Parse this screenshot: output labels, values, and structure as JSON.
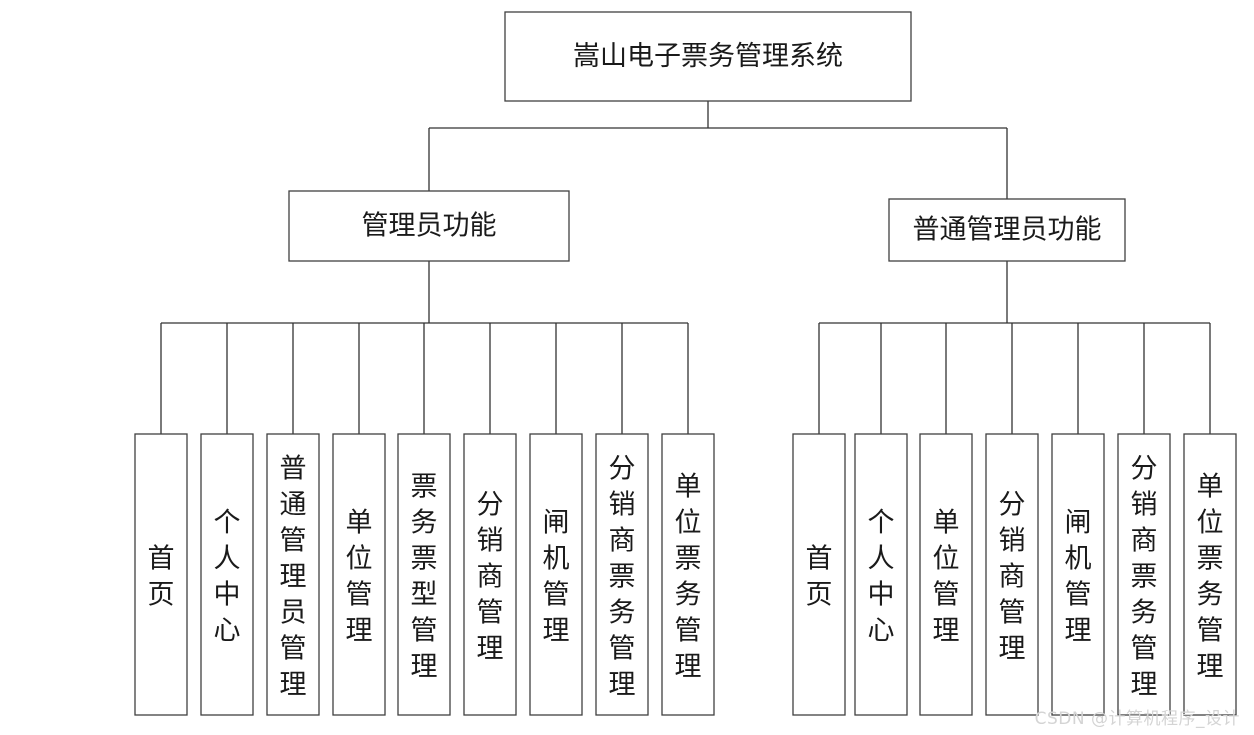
{
  "root": {
    "label": "嵩山电子票务管理系统"
  },
  "branches": [
    {
      "label": "管理员功能",
      "children": [
        "首页",
        "个人中心",
        "普通管理员管理",
        "单位管理",
        "票务票型管理",
        "分销商管理",
        "闸机管理",
        "分销商票务管理",
        "单位票务管理"
      ]
    },
    {
      "label": "普通管理员功能",
      "children": [
        "首页",
        "个人中心",
        "单位管理",
        "分销商管理",
        "闸机管理",
        "分销商票务管理",
        "单位票务管理"
      ]
    }
  ],
  "watermark": "CSDN @计算机程序_设计"
}
